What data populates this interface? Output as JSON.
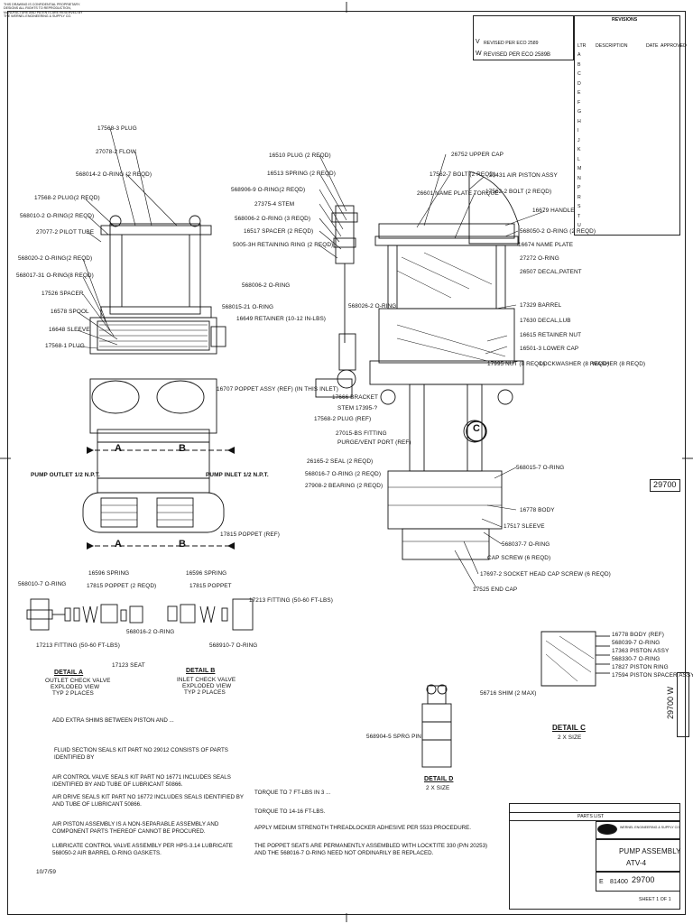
{
  "proprietary_notice": "THIS DRAWING IS CONFIDENTIAL PROPRIETARY. DESIGNS ALL RIGHTS TO REPRODUCTION, MANUFACTURE AND PATENTS ARE RESERVED BY THE WERNEL ENGINEERING & SUPPLY CO.",
  "revision_block": {
    "title": "REVISIONS",
    "rows": [
      {
        "ltr": "",
        "desc": "DESCRIPTION"
      },
      {
        "ltr": "V",
        "desc": "REVISED PER ECO 2589"
      },
      {
        "ltr": "W",
        "desc": "REVISED PER ECO 2589B"
      }
    ]
  },
  "change_table_header": [
    "LTR",
    "DESCRIPTION",
    "DATE",
    "APPROVED"
  ],
  "change_letters": [
    "A",
    "B",
    "C",
    "D",
    "E",
    "F",
    "G",
    "H",
    "I",
    "J",
    "K",
    "L",
    "M",
    "N",
    "P",
    "R",
    "S",
    "T",
    "U"
  ],
  "callouts_left": [
    "17568-3 PLUG",
    "27078-2 FLOW",
    "568014-2 O-RING (2 REQD)",
    "17568-2 PLUG(2 REQD)",
    "568010-2 O-RING(2 REQD)",
    "27077-2 PILOT TUBE",
    "568020-2 O-RING(2 REQD)",
    "568017-31 O-RING(8 REQD)",
    "17526 SPACER",
    "16578 SPOOL",
    "16648 SLEEVE",
    "17568-1 PLUG"
  ],
  "callouts_center": [
    "16510 PLUG (2 REQD)",
    "16513 SPRING (2 REQD)",
    "568906-9 O-RING(2 REQD)",
    "27375-4 STEM",
    "568006-2 O-RING (3 REQD)",
    "16517 SPACER (2 REQD)",
    "5005-3H RETAINING RING (2 REQD)",
    "568006-2 O-RING",
    "568015-21 O-RING",
    "16649 RETAINER (10-12 IN-LBS)",
    "16707 POPPET ASSY (REF) (IN THIS INLET)",
    "568026-2 O-RING",
    "17666 BRACKET",
    "STEM 17395-?",
    "17568-2 PLUG (REF)",
    "27015-BS FITTING",
    "PURGE/VENT PORT (REF)",
    "26165-2 SEAL (2 REQD)",
    "568016-7 O-RING (2 REQD)",
    "27908-2 BEARING (2 REQD)"
  ],
  "callouts_right": [
    "26752 UPPER CAP",
    "17562-7 BOLT (2 REQD)",
    "29431 AIR PISTON ASSY",
    "26601 NAME PLATE TORQUE",
    "17562-2 BOLT (2 REQD)",
    "16679 HANDLE",
    "568050-2 O-RING (2 REQD)",
    "16674 NAME PLATE",
    "27272 O-RING",
    "26507 DECAL,PATENT",
    "17329 BARREL",
    "17630 DECAL,LUB",
    "16615 RETAINER NUT",
    "16501-3 LOWER CAP",
    "17995 NUT (8 REQD)",
    "LOCKWASHER (8 REQD)",
    "WASHER (8 REQD)",
    "568015-7 O-RING",
    "16778 BODY",
    "17517 SLEEVE",
    "568037-7 O-RING",
    "CAP SCREW (6 REQD)",
    "17697-2 SOCKET HEAD CAP SCREW (6 REQD)",
    "17525 END CAP"
  ],
  "ports": {
    "outlet": "PUMP OUTLET  1/2 N.P.T.",
    "inlet": "PUMP INLET  1/2 N.P.T.",
    "poppet_ref": "17815 POPPET (REF)"
  },
  "detail_a": {
    "parts": [
      "568010-7 O-RING",
      "16596 SPRING",
      "17815 POPPET (2 REQD)",
      "17213 FITTING (50-60 FT-LBS)",
      "568016-2 O-RING",
      "17123 SEAT"
    ],
    "label": "DETAIL A",
    "title": "OUTLET CHECK VALVE",
    "sub": "EXPLODED VIEW",
    "sub2": "TYP 2 PLACES"
  },
  "detail_b": {
    "parts": [
      "16596 SPRING",
      "17815 POPPET",
      "17213 FITTING (50-60 FT-LBS)",
      "568910-7 O-RING"
    ],
    "label": "DETAIL B",
    "title": "INLET CHECK VALVE",
    "sub": "EXPLODED VIEW",
    "sub2": "TYP 2 PLACES"
  },
  "detail_c": {
    "parts": [
      "16778 BODY (REF)",
      "568039-7 O-RING",
      "17363 PISTON ASSY",
      "568330-7 O-RING",
      "17827 PISTON RING",
      "17594 PISTON SPACER ASSY"
    ],
    "shim": "56716 SHIM (2 MAX)",
    "label": "DETAIL C",
    "scale": "2 X SIZE"
  },
  "detail_d": {
    "parts": [
      "568904-5 SPRG PIN"
    ],
    "label": "DETAIL D",
    "scale": "2 X SIZE"
  },
  "section_markers": {
    "a": "A",
    "b": "B",
    "c": "C"
  },
  "drawing_number": "29700",
  "notes": [
    "ADD EXTRA SHIMS BETWEEN PISTON AND ...",
    "FLUID SECTION SEALS KIT PART NO 29012 CONSISTS OF PARTS IDENTIFIED BY",
    "AIR CONTROL VALVE SEALS KIT PART NO 16771 INCLUDES SEALS IDENTIFIED BY AND TUBE OF LUBRICANT 50866.",
    "AIR DRIVE SEALS KIT PART NO 16772 INCLUDES SEALS IDENTIFIED BY AND TUBE OF LUBRICANT 50866.",
    "AIR PISTON ASSEMBLY IS A NON-SEPARABLE ASSEMBLY AND COMPONENT PARTS THEREOF CANNOT BE PROCURED.",
    "LUBRICATE CONTROL VALVE ASSEMBLY PER HPS-3.14  LUBRICATE 568050-2 AIR BARREL O-RING GASKETS."
  ],
  "notes_right": [
    "TORQUE TO 7 FT-LBS IN 3 ...",
    "TORQUE TO 14-16 FT-LBS.",
    "APPLY MEDIUM STRENGTH THREADLOCKER ADHESIVE PER 5533 PROCEDURE.",
    "THE POPPET SEATS ARE PERMANENTLY ASSEMBLED WITH LOCKTITE 330 (P/N 20253) AND THE 568016-7 O-RING NEED NOT ORDINARILY BE REPLACED."
  ],
  "footer_id": "10/7/59",
  "title_block": {
    "company": "WERNEL ENGINEERING & SUPPLY CO.",
    "title1": "PUMP ASSEMBLY",
    "title2": "ATV-4",
    "size": "E",
    "code": "81400",
    "dwg_no": "29700",
    "sheet": "SHEET 1 OF 1",
    "parts_list": "PARTS LIST"
  },
  "side_number": "29700  W"
}
